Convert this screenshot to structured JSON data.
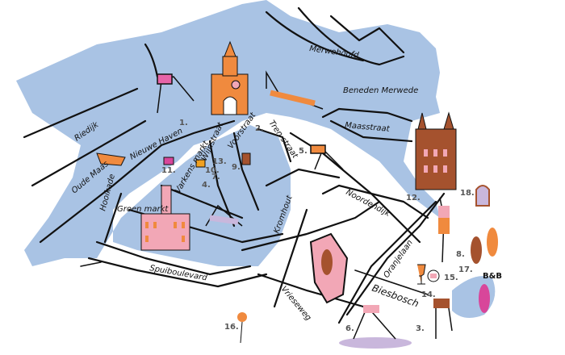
{
  "map": {
    "colors": {
      "water": "#a9c3e4",
      "road": "#111111",
      "pink": "#f2a7b6",
      "orange": "#f08a3e",
      "brown": "#a5522e",
      "lilac": "#c9b7dc"
    },
    "street_labels": [
      {
        "id": "merwehoofd",
        "text": "Merwehoofd"
      },
      {
        "id": "beneden-merwede",
        "text": "Beneden Merwede"
      },
      {
        "id": "maasstraat",
        "text": "Maasstraat"
      },
      {
        "id": "riedijk",
        "text": "Riedijk"
      },
      {
        "id": "oude-maas",
        "text": "Oude Maas"
      },
      {
        "id": "nieuwe-haven",
        "text": "Nieuwe Haven"
      },
      {
        "id": "wijnstraat",
        "text": "Wijnstraat"
      },
      {
        "id": "voorstraat",
        "text": "Voorstraat"
      },
      {
        "id": "tren-straat",
        "text": "Tren straat"
      },
      {
        "id": "hooikade",
        "text": "Hooikade"
      },
      {
        "id": "groenmarkt",
        "text": "Groen markt"
      },
      {
        "id": "varkensmarkt",
        "text": "Varkens markt"
      },
      {
        "id": "spuiboulevard",
        "text": "Spuiboulevard"
      },
      {
        "id": "kromhout",
        "text": "Kromhout"
      },
      {
        "id": "noordendijk",
        "text": "Noordendijk"
      },
      {
        "id": "oranjelaan",
        "text": "Oranjelaan"
      },
      {
        "id": "vrieseweg",
        "text": "Vrieseweg"
      },
      {
        "id": "biesbosch",
        "text": "Biesbosch"
      },
      {
        "id": "bnb",
        "text": "B&B"
      }
    ],
    "markers": [
      "1.",
      "2.",
      "3.",
      "4.",
      "5.",
      "6.",
      "7.",
      "8.",
      "9.",
      "10.",
      "11.",
      "12.",
      "13.",
      "14.",
      "15.",
      "16.",
      "17.",
      "18."
    ],
    "icons": [
      "city-gate-icon",
      "yoga-figure-icon",
      "boat-icon",
      "coffee-cup-icon",
      "cheese-icon",
      "drink-icon",
      "town-hall-icon",
      "church-icon",
      "tree-icon",
      "wine-glass-icon",
      "mail-icon",
      "greenhouse-icon",
      "flower-icon",
      "yoga-mat-icon"
    ]
  }
}
